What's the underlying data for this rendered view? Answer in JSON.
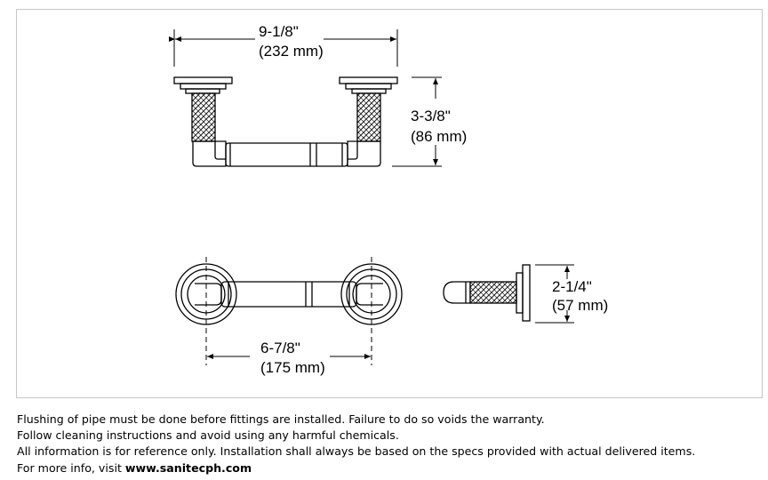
{
  "dimensions": {
    "overall_width": {
      "imperial": "9-1/8\"",
      "metric": "(232 mm)"
    },
    "height": {
      "imperial": "3-3/8\"",
      "metric": "(86 mm)"
    },
    "post_spacing": {
      "imperial": "6-7/8\"",
      "metric": "(175 mm)"
    },
    "projection": {
      "imperial": "2-1/4\"",
      "metric": "(57 mm)"
    }
  },
  "notes": {
    "line1": "Flushing of pipe must be done before fittings are installed. Failure to do so voids the warranty.",
    "line2": "Follow cleaning instructions and avoid using any harmful chemicals.",
    "line3": "All information is for reference only. Installation shall always be based on the specs provided with actual delivered items.",
    "line4_prefix": "For more info, visit ",
    "line4_link": "www.sanitecph.com"
  }
}
